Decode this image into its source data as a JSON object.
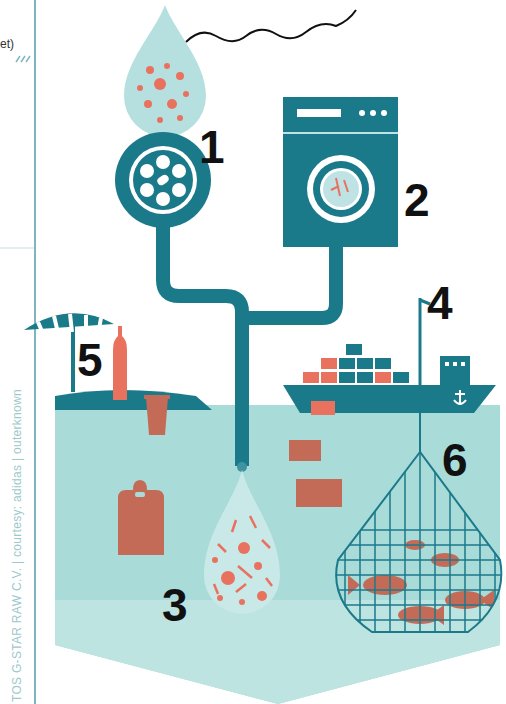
{
  "diagram": {
    "labels": [
      "et)",
      "1",
      "2",
      "4",
      "5",
      "6",
      "3",
      "TOS G-STAR RAW C.V. | courtesy: adidas | outerknown"
    ]
  }
}
